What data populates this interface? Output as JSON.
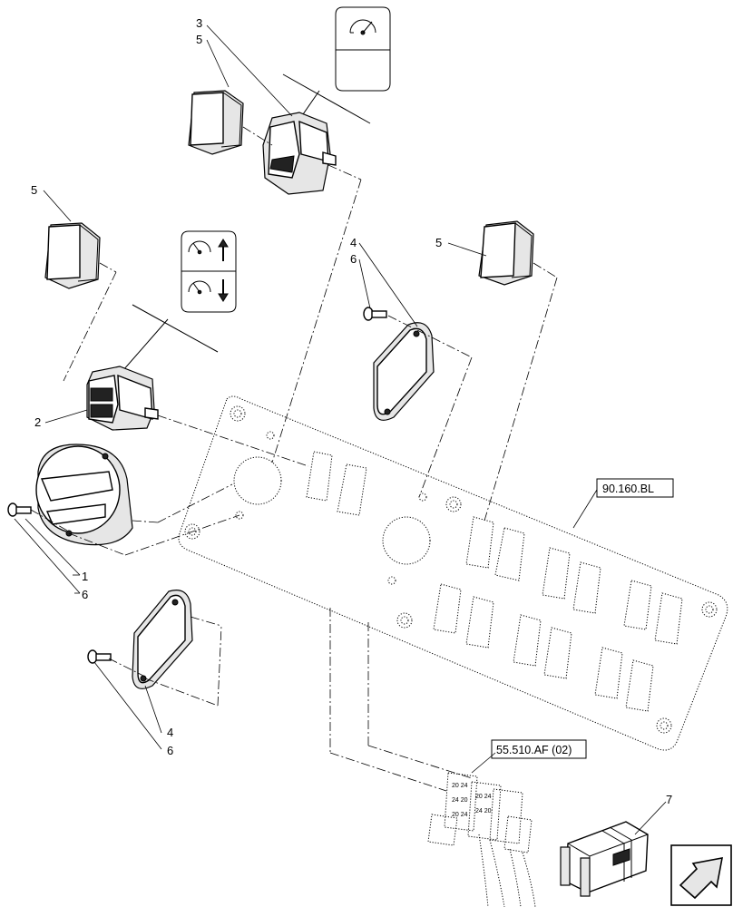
{
  "callouts": {
    "c3": "3",
    "c5_top": "5",
    "c5_left": "5",
    "c5_right": "5",
    "c4_top": "4",
    "c6_top": "6",
    "c2": "2",
    "c1": "1",
    "c6_mid": "6",
    "c4_bottom": "4",
    "c6_bottom": "6",
    "c7": "7"
  },
  "references": {
    "panel_ref": "90.160.BL",
    "harness_ref": "55.510.AF (02)"
  },
  "icons": {
    "gauge_icon": "gauge-icon",
    "gauge_up_icon": "gauge-arrow-up-icon",
    "gauge_down_icon": "gauge-arrow-down-icon",
    "nav_icon": "navigation-arrow-icon"
  },
  "colors": {
    "line": "#000000",
    "background": "#ffffff"
  }
}
